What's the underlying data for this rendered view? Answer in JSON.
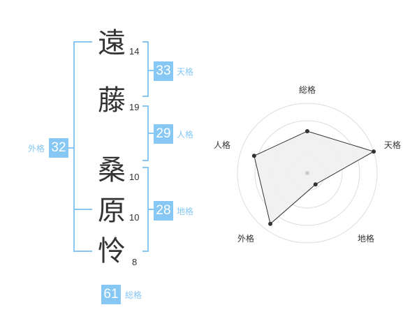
{
  "name_chars": [
    {
      "char": "遠",
      "strokes": "14"
    },
    {
      "char": "藤",
      "strokes": "19"
    },
    {
      "char": "桑",
      "strokes": "10"
    },
    {
      "char": "原",
      "strokes": "10"
    },
    {
      "char": "怜",
      "strokes": "8"
    }
  ],
  "fortunes": {
    "tenkaku": {
      "value": "33",
      "label": "天格"
    },
    "jinkaku": {
      "value": "29",
      "label": "人格"
    },
    "chikaku": {
      "value": "28",
      "label": "地格"
    },
    "gaikaku": {
      "value": "32",
      "label": "外格"
    },
    "soukaku": {
      "value": "61",
      "label": "総格"
    }
  },
  "colors": {
    "accent": "#86c7f3",
    "text": "#333333",
    "ring": "#dddddd",
    "fill": "#f0f0f0"
  },
  "chart_data": {
    "type": "radar",
    "axes": [
      "総格",
      "天格",
      "地格",
      "外格",
      "人格"
    ],
    "values": [
      0.6,
      1.0,
      0.2,
      0.9,
      0.8
    ],
    "range": [
      0,
      1
    ],
    "rings": 4
  }
}
